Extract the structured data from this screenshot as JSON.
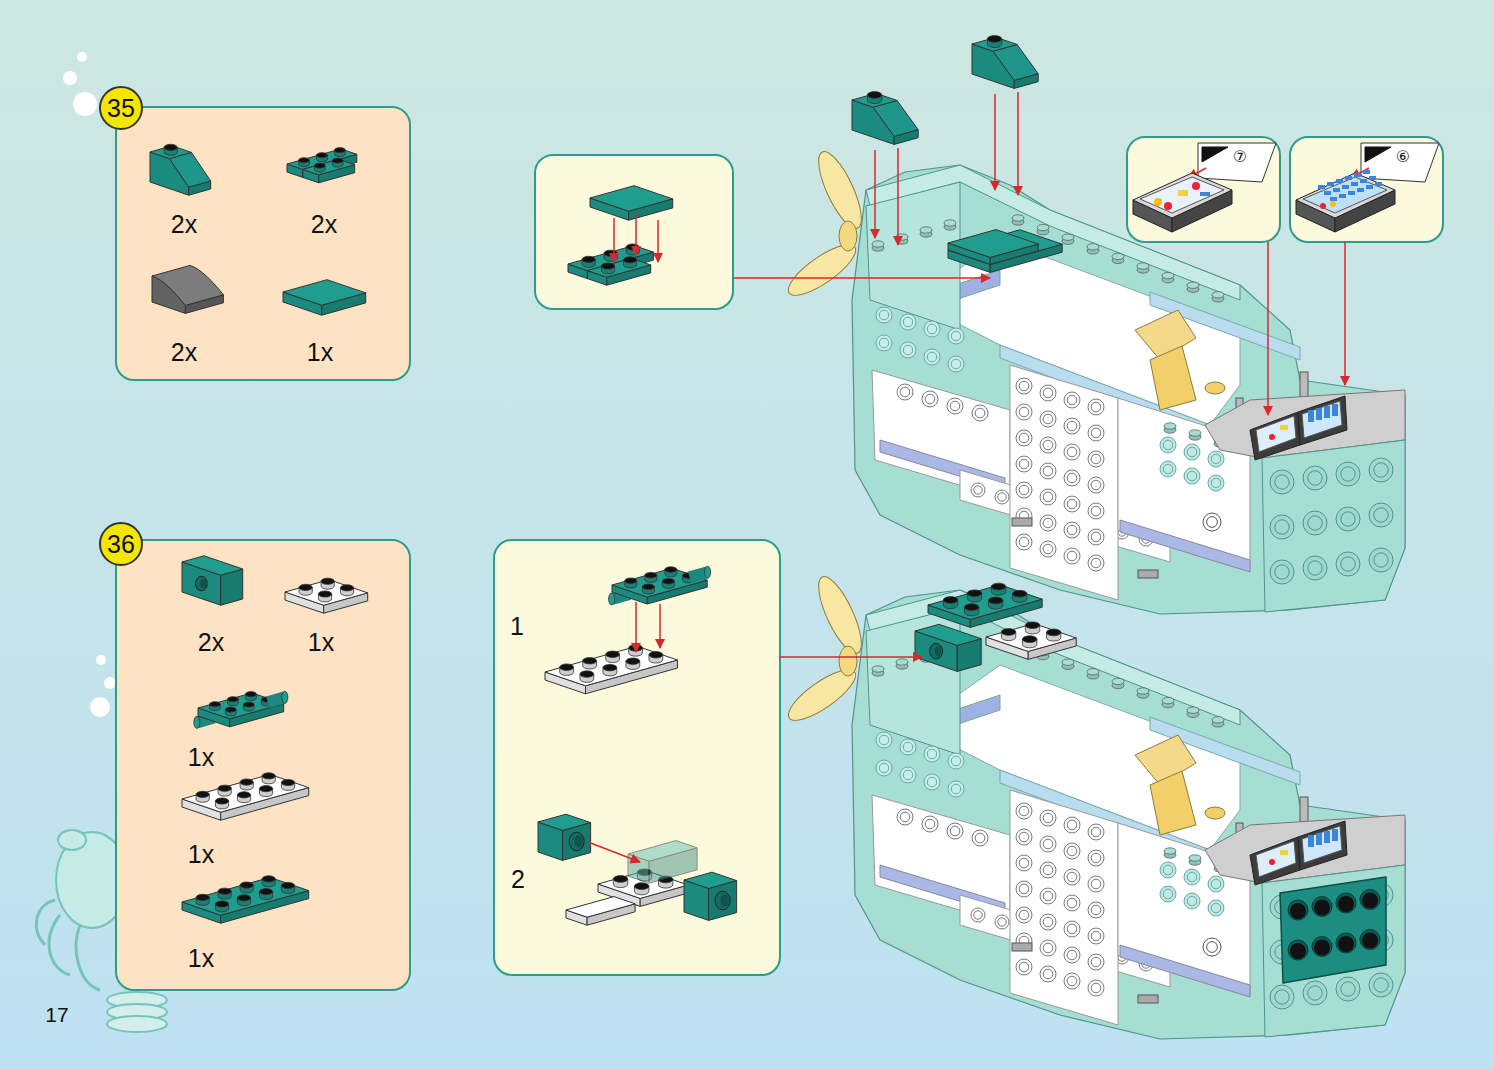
{
  "diagram": {
    "nodes": [
      {
        "text": [
          "35",
          "2x",
          "2x",
          "2x",
          "1x"
        ]
      },
      {
        "text": [
          "⑦"
        ]
      },
      {
        "text": [
          "⑥"
        ]
      },
      {
        "text": [
          "36",
          "2x",
          "1x",
          "1x",
          "1x",
          "1x"
        ]
      },
      {
        "text": [
          "1",
          "2"
        ]
      }
    ],
    "labels": [
      "17"
    ]
  }
}
